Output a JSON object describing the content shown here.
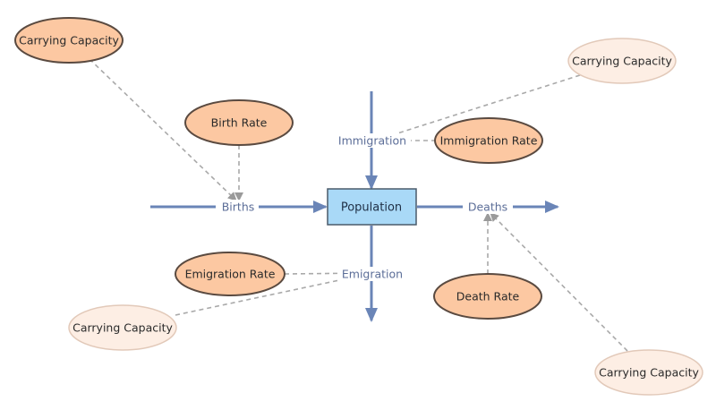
{
  "stock": {
    "label": "Population"
  },
  "flows": {
    "births": "Births",
    "deaths": "Deaths",
    "immigration": "Immigration",
    "emigration": "Emigration"
  },
  "variables": {
    "birth_rate": "Birth Rate",
    "death_rate": "Death Rate",
    "immigration_rate": "Immigration Rate",
    "emigration_rate": "Emigration Rate",
    "carrying_capacity_births": "Carrying Capacity",
    "carrying_capacity_immigration": "Carrying Capacity",
    "carrying_capacity_emigration": "Carrying Capacity",
    "carrying_capacity_deaths": "Carrying Capacity"
  },
  "colors": {
    "flow": "#6a85b7",
    "stock_fill": "#a9d9f7",
    "variable_fill": "#fcc8a2",
    "ghost_fill": "#fdeee4",
    "link": "#a9a9a9"
  }
}
